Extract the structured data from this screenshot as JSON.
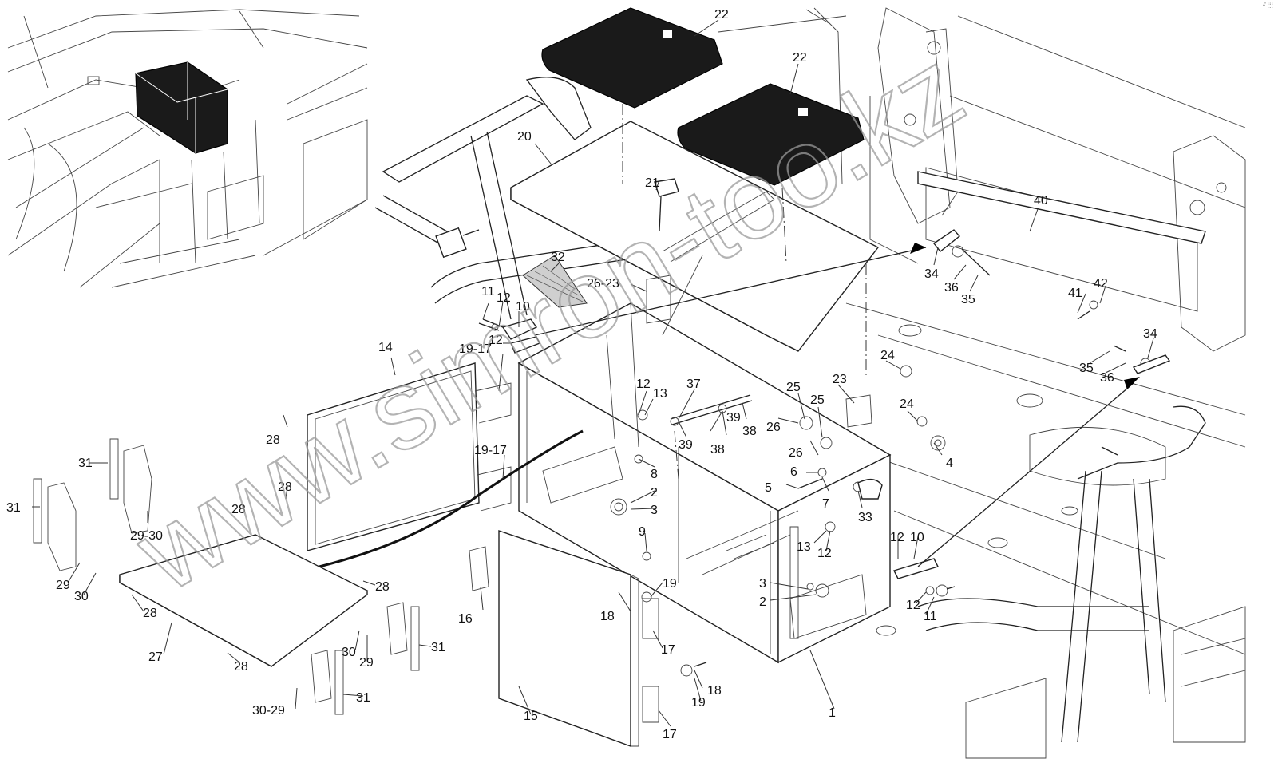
{
  "watermark": "www.simron-too.kz",
  "corner_icons": "•̊ ⁞⁞⁞",
  "callouts": [
    {
      "text": "22"
    },
    {
      "text": "22"
    },
    {
      "text": "20"
    },
    {
      "text": "21"
    },
    {
      "text": "40"
    },
    {
      "text": "32"
    },
    {
      "text": "26-23"
    },
    {
      "text": "11"
    },
    {
      "text": "12"
    },
    {
      "text": "10"
    },
    {
      "text": "12"
    },
    {
      "text": "19-17"
    },
    {
      "text": "14"
    },
    {
      "text": "12"
    },
    {
      "text": "13"
    },
    {
      "text": "37"
    },
    {
      "text": "24"
    },
    {
      "text": "23"
    },
    {
      "text": "25"
    },
    {
      "text": "25"
    },
    {
      "text": "39"
    },
    {
      "text": "38"
    },
    {
      "text": "39"
    },
    {
      "text": "38"
    },
    {
      "text": "26"
    },
    {
      "text": "24"
    },
    {
      "text": "26"
    },
    {
      "text": "4"
    },
    {
      "text": "28"
    },
    {
      "text": "19-17"
    },
    {
      "text": "8"
    },
    {
      "text": "6"
    },
    {
      "text": "5"
    },
    {
      "text": "7"
    },
    {
      "text": "33"
    },
    {
      "text": "31"
    },
    {
      "text": "31"
    },
    {
      "text": "28"
    },
    {
      "text": "28"
    },
    {
      "text": "2"
    },
    {
      "text": "3"
    },
    {
      "text": "29-30"
    },
    {
      "text": "13"
    },
    {
      "text": "12"
    },
    {
      "text": "12"
    },
    {
      "text": "10"
    },
    {
      "text": "9"
    },
    {
      "text": "29"
    },
    {
      "text": "30"
    },
    {
      "text": "28"
    },
    {
      "text": "16"
    },
    {
      "text": "19"
    },
    {
      "text": "3"
    },
    {
      "text": "2"
    },
    {
      "text": "12"
    },
    {
      "text": "11"
    },
    {
      "text": "28"
    },
    {
      "text": "18"
    },
    {
      "text": "27"
    },
    {
      "text": "30"
    },
    {
      "text": "29"
    },
    {
      "text": "31"
    },
    {
      "text": "17"
    },
    {
      "text": "28"
    },
    {
      "text": "19"
    },
    {
      "text": "18"
    },
    {
      "text": "30-29"
    },
    {
      "text": "31"
    },
    {
      "text": "15"
    },
    {
      "text": "17"
    },
    {
      "text": "1"
    },
    {
      "text": "34"
    },
    {
      "text": "36"
    },
    {
      "text": "35"
    },
    {
      "text": "41"
    },
    {
      "text": "42"
    },
    {
      "text": "34"
    },
    {
      "text": "35"
    },
    {
      "text": "36"
    }
  ]
}
